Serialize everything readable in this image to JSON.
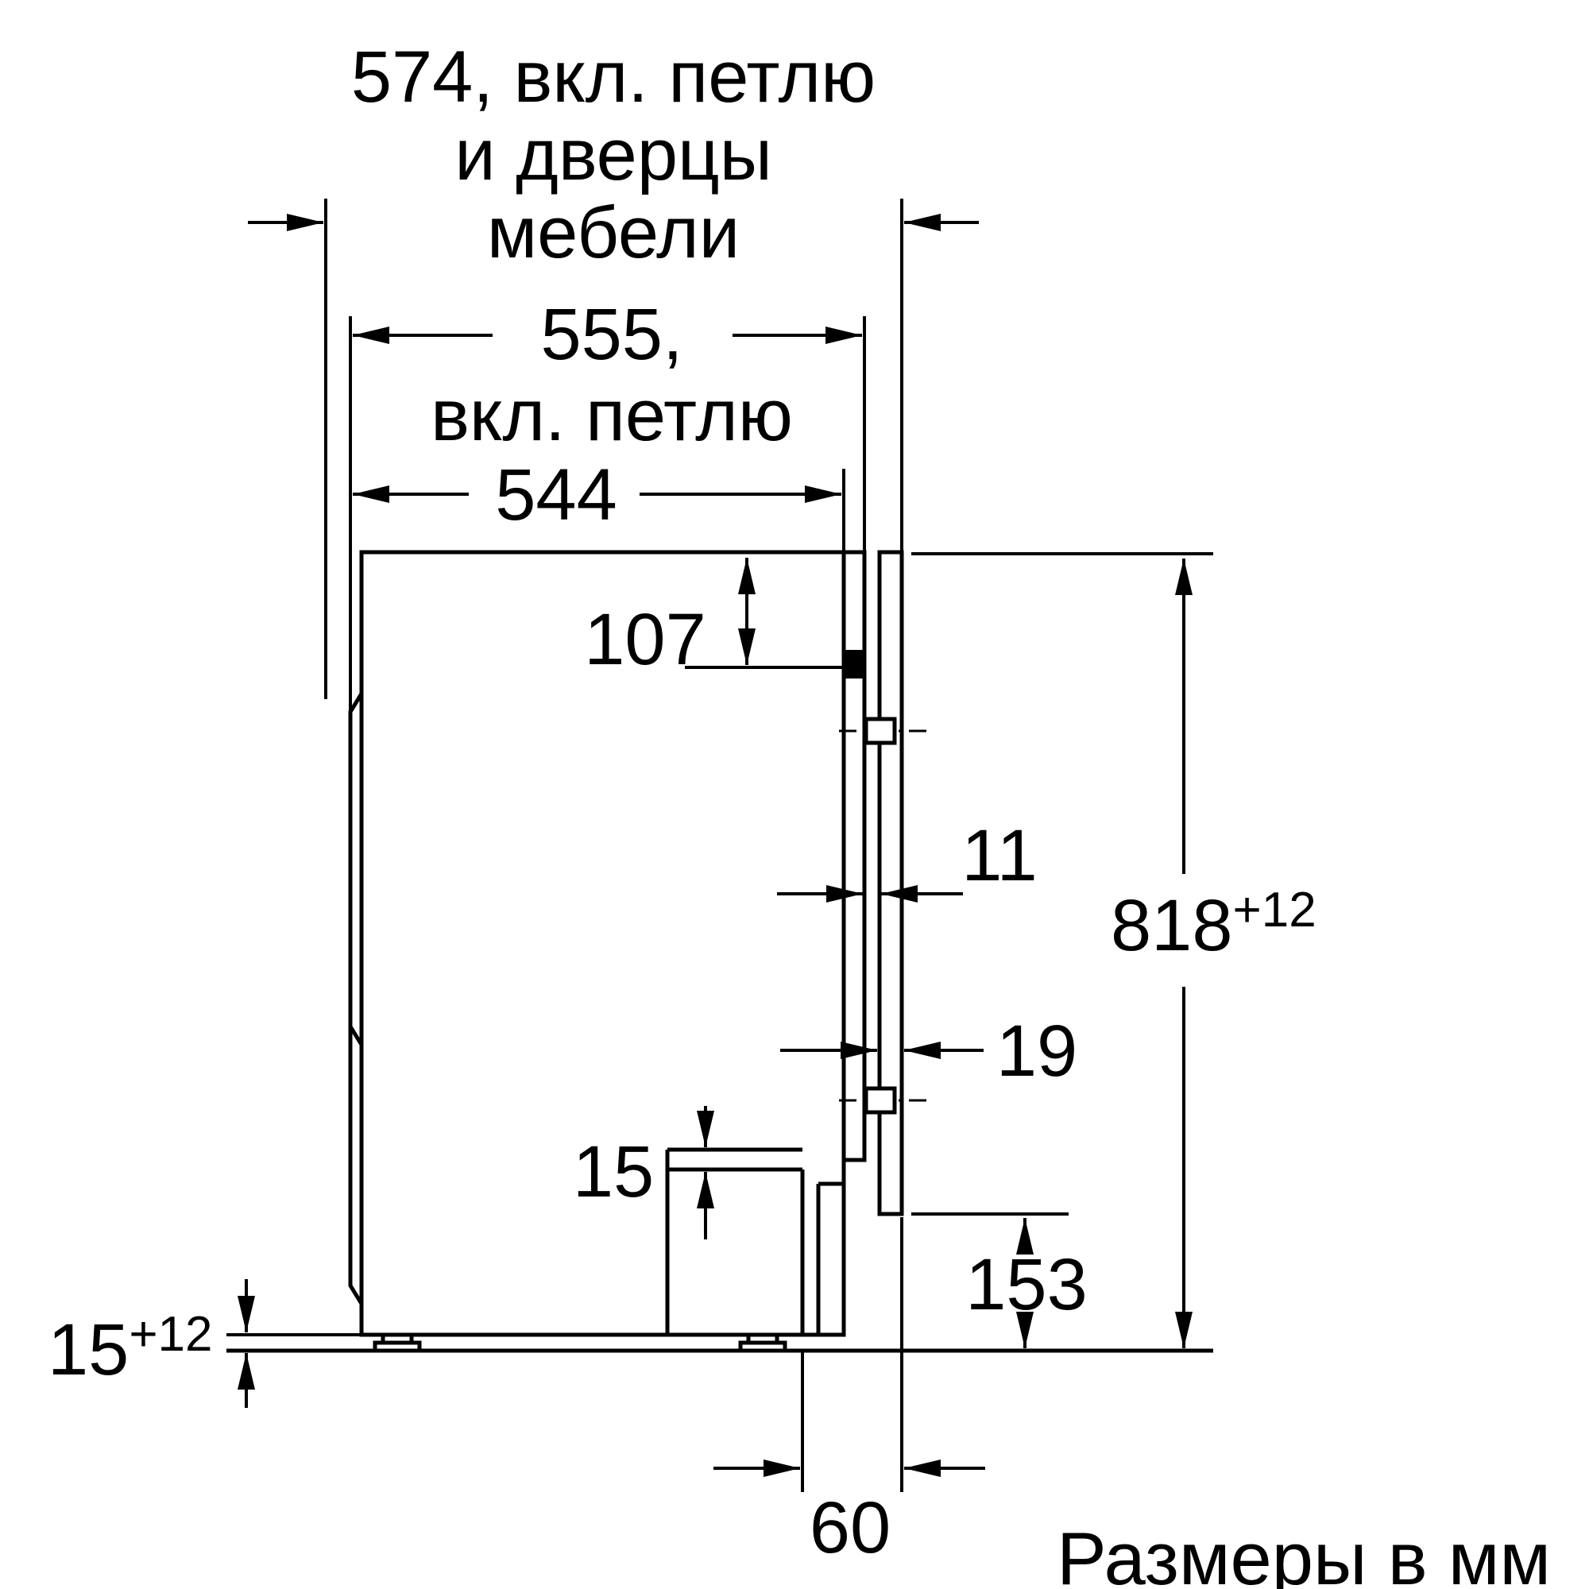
{
  "diagram": {
    "caption": "Размеры в мм",
    "labels": {
      "dim_574": {
        "line1": "574, вкл. петлю",
        "line2": "и дверцы",
        "line3": "мебели"
      },
      "dim_555": {
        "line1": "555,",
        "line2": "вкл. петлю"
      },
      "dim_544": "544",
      "dim_107": "107",
      "dim_11": "11",
      "dim_19": "19",
      "dim_818": {
        "value": "818",
        "tolerance": "+12"
      },
      "dim_15_overlap": "15",
      "dim_153": "153",
      "dim_15_floor": {
        "value": "15",
        "tolerance": "+12"
      },
      "dim_60": "60"
    },
    "colors": {
      "line": "#000000",
      "background": "#ffffff"
    }
  }
}
